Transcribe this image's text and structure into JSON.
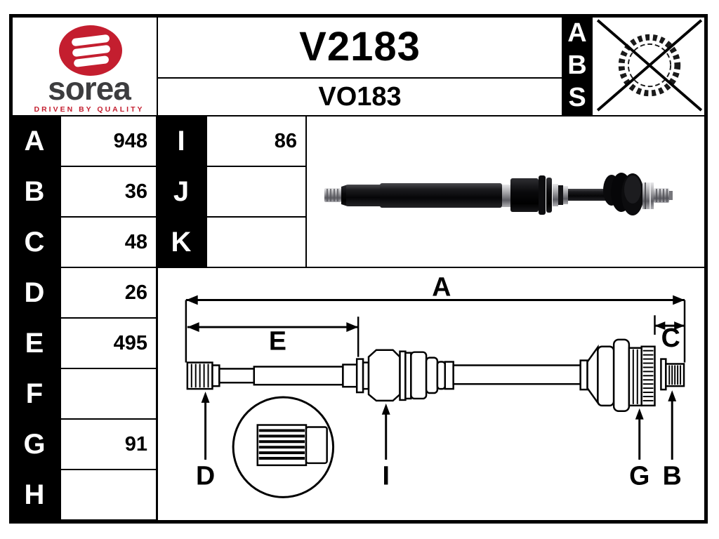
{
  "brand": {
    "wordmark": "sorea",
    "tagline": "DRIVEN BY QUALITY",
    "accent_color": "#c41e2f",
    "wordmark_color": "#3d3d3f",
    "logo_icon": "sorea-s-oval-logo"
  },
  "header": {
    "part_number": "V2183",
    "reference": "VO183",
    "abs_letters": [
      "A",
      "B",
      "S"
    ],
    "abs_icon": "crossed-out-abs-tone-ring-icon"
  },
  "spec_table": {
    "rows": [
      {
        "label": "A",
        "value": "948"
      },
      {
        "label": "B",
        "value": "36"
      },
      {
        "label": "C",
        "value": "48"
      },
      {
        "label": "D",
        "value": "26"
      },
      {
        "label": "E",
        "value": "495"
      },
      {
        "label": "F",
        "value": ""
      },
      {
        "label": "G",
        "value": "91"
      },
      {
        "label": "H",
        "value": ""
      }
    ]
  },
  "secondary_table": {
    "rows": [
      {
        "label": "I",
        "value": "86"
      },
      {
        "label": "J",
        "value": ""
      },
      {
        "label": "K",
        "value": ""
      }
    ]
  },
  "photo": {
    "subject_icon": "drive-shaft-photo"
  },
  "diagram": {
    "subject_icon": "drive-shaft-dimension-drawing",
    "labels": {
      "a": "A",
      "e": "E",
      "c": "C",
      "d": "D",
      "i": "I",
      "g": "G",
      "b": "B"
    },
    "detail_icon": "spline-detail-magnifier"
  }
}
